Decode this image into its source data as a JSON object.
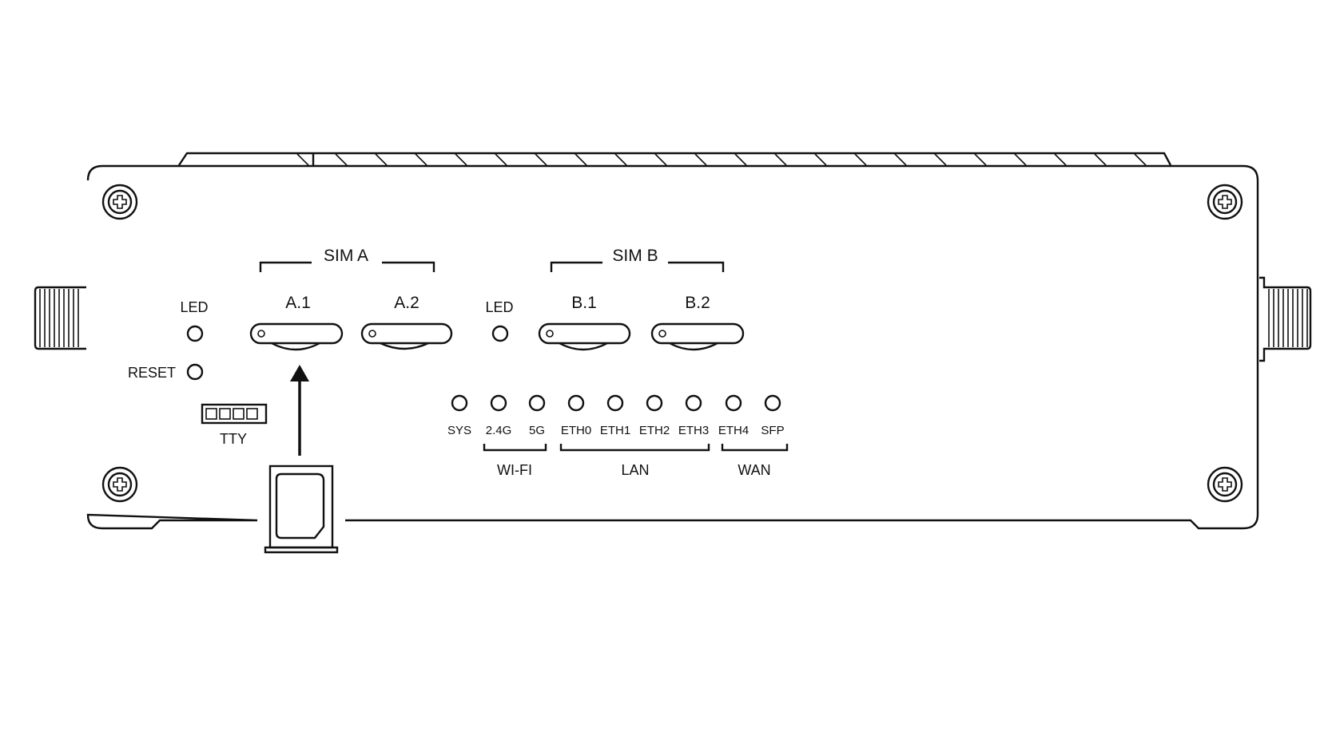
{
  "device": {
    "sim_a": {
      "group_label": "SIM A",
      "slot_1": "A.1",
      "slot_2": "A.2"
    },
    "sim_b": {
      "group_label": "SIM B",
      "slot_1": "B.1",
      "slot_2": "B.2"
    },
    "led_label_left": "LED",
    "led_label_mid": "LED",
    "reset_label": "RESET",
    "tty_label": "TTY",
    "indicator_leds": [
      {
        "label": "SYS"
      },
      {
        "label": "2.4G"
      },
      {
        "label": "5G"
      },
      {
        "label": "ETH0"
      },
      {
        "label": "ETH1"
      },
      {
        "label": "ETH2"
      },
      {
        "label": "ETH3"
      },
      {
        "label": "ETH4"
      },
      {
        "label": "SFP"
      }
    ],
    "groups": {
      "wifi": "WI-FI",
      "lan": "LAN",
      "wan": "WAN"
    }
  },
  "colors": {
    "line": "#111111",
    "background": "#ffffff"
  }
}
